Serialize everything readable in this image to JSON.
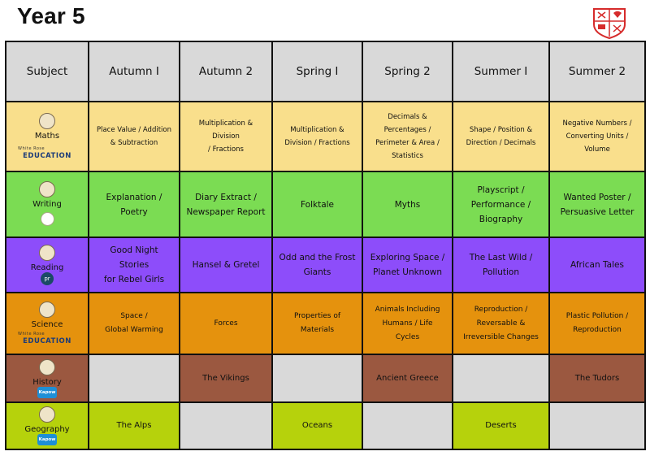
{
  "title": "Year 5",
  "headers": [
    "Subject",
    "Autumn I",
    "Autumn 2",
    "Spring I",
    "Spring 2",
    "Summer I",
    "Summer 2"
  ],
  "rows": [
    {
      "subject": "Maths",
      "logo_text": "EDUCATION",
      "logo_small": "White Rose",
      "cells": [
        "Place Value / Addition\n& Subtraction",
        "Multiplication & Division\n/ Fractions",
        "Multiplication &\nDivision / Fractions",
        "Decimals &\nPercentages /\nPerimeter & Area /\nStatistics",
        "Shape / Position &\nDirection / Decimals",
        "Negative Numbers /\nConverting Units /\nVolume"
      ]
    },
    {
      "subject": "Writing",
      "cells": [
        "Explanation /\nPoetry",
        "Diary Extract /\nNewspaper Report",
        "Folktale",
        "Myths",
        "Playscript /\nPerformance /\nBiography",
        "Wanted Poster /\nPersuasive Letter"
      ]
    },
    {
      "subject": "Reading",
      "badge_text": "pr",
      "cells": [
        "Good Night Stories\nfor Rebel Girls",
        "Hansel & Gretel",
        "Odd and the Frost\nGiants",
        "Exploring Space /\nPlanet Unknown",
        "The Last Wild /\nPollution",
        "African Tales"
      ]
    },
    {
      "subject": "Science",
      "logo_text": "EDUCATION",
      "logo_small": "White Rose",
      "cells": [
        "Space /\nGlobal Warming",
        "Forces",
        "Properties of\nMaterials",
        "Animals Including\nHumans / Life\nCycles",
        "Reproduction /\nReversable &\nIrreversible Changes",
        "Plastic Pollution /\nReproduction"
      ]
    },
    {
      "subject": "History",
      "badge_text": "Kapow",
      "cells": [
        "",
        "The Vikings",
        "",
        "Ancient Greece",
        "",
        "The Tudors"
      ]
    },
    {
      "subject": "Geography",
      "badge_text": "Kapow",
      "cells": [
        "The Alps",
        "",
        "Oceans",
        "",
        "Deserts",
        ""
      ]
    }
  ],
  "colors": {
    "maths": "#f9df8c",
    "writing": "#7bdc53",
    "reading": "#8d4dfa",
    "science": "#e5920d",
    "history": "#9b5840",
    "geography": "#b6d20c",
    "header": "#d9d9d9",
    "crest": "#d62b2b"
  },
  "icons": [
    "school-crest-icon",
    "compass-subject-icon",
    "book-subject-icon",
    "temple-subject-icon",
    "globe-subject-icon"
  ]
}
